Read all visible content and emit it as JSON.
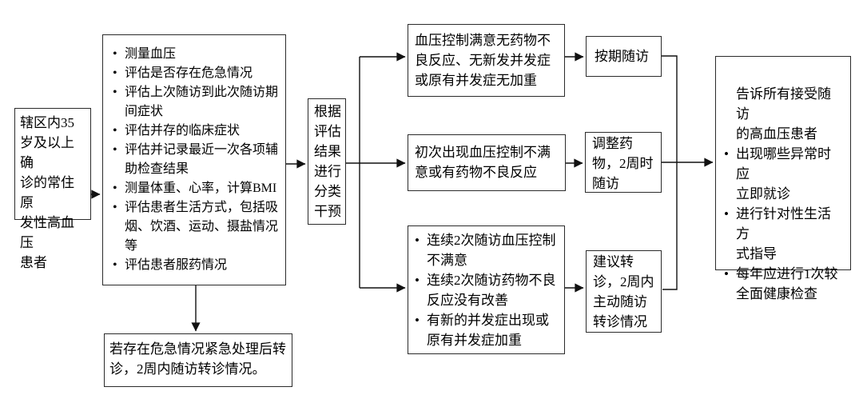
{
  "colors": {
    "background": "#ffffff",
    "box_border": "#2b2b2b",
    "connector": "#111111",
    "text": "#000000"
  },
  "nodes": {
    "patients": {
      "text": "辖区内35\n岁及以上确\n诊的常住原\n发性高血压\n患者"
    },
    "assessment": {
      "items": [
        "测量血压",
        "评估是否存在危急情况",
        "评估上次随访到此次随访期\n间症状",
        "评估并存的临床症状",
        "评估并记录最近一次各项辅\n助检查结果",
        "测量体重、心率，计算BMI",
        "评估患者生活方式，包括吸\n烟、饮酒、运动、摄盐情况\n等",
        "评估患者服药情况"
      ]
    },
    "classify": {
      "text": "根据\n评估\n结果\n进行\n分类\n干预"
    },
    "branch_controlled": {
      "text": "血压控制满意无药物不\n良反应、无新发并发症\n或原有并发症无加重"
    },
    "action_scheduled": {
      "text": "按期随访"
    },
    "branch_first_unsatisfactory": {
      "text": "初次出现血压控制不满\n意或有药物不良反应"
    },
    "action_adjust": {
      "text": "调整药\n物，2周时\n随访"
    },
    "branch_persistent": {
      "items": [
        "连续2次随访血压控制\n不满意",
        "连续2次随访药物不良\n反应没有改善",
        "有新的并发症出现或\n原有并发症加重"
      ]
    },
    "action_referral": {
      "text": "建议转\n诊，2周内\n主动随访\n转诊情况"
    },
    "advice": {
      "heading": "告诉所有接受随访\n的高血压患者",
      "items": [
        "出现哪些异常时应\n立即就诊",
        "进行针对性生活方\n式指导",
        "每年应进行1次较\n全面健康检查"
      ]
    },
    "emergency": {
      "text": "若存在危急情况紧急处理后转\n诊，2周内随访转诊情况。"
    }
  }
}
